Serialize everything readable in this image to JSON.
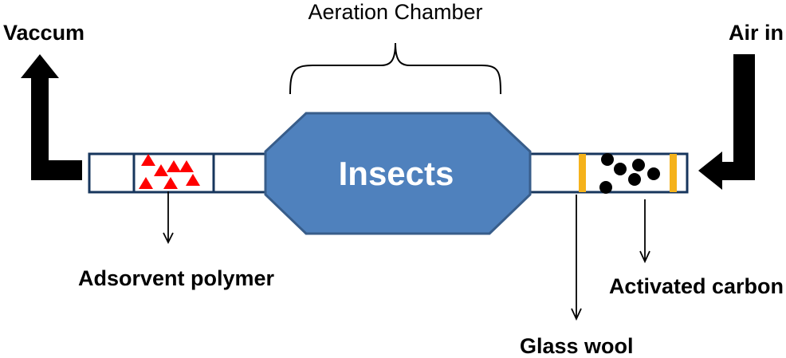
{
  "labels": {
    "aeration_chamber": "Aeration Chamber",
    "vacuum": "Vaccum",
    "air_in": "Air in",
    "insects": "Insects",
    "adsorbent_polymer": "Adsorvent polymer",
    "activated_carbon": "Activated carbon",
    "glass_wool": "Glass wool"
  },
  "colors": {
    "chamber_fill": "#4F81BD",
    "chamber_stroke": "#385D8A",
    "tube_stroke": "#17365D",
    "polymer": "#FF0000",
    "glass_wool": "#F5B21B",
    "carbon": "#000000",
    "arrow": "#000000"
  },
  "icons": {
    "vacuum_arrow": "thick-up-arrow-icon",
    "air_in_arrow": "thick-left-arrow-icon"
  }
}
